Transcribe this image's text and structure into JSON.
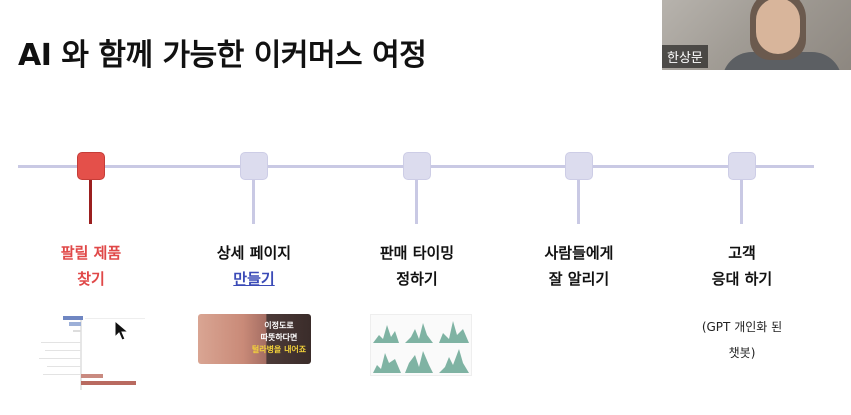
{
  "slide": {
    "title": "AI 와 함께 가능한 이커머스 여정"
  },
  "webcam": {
    "participant_name": "한상문"
  },
  "steps": [
    {
      "line1": "팔릴 제품",
      "line2": "찾기",
      "active": true
    },
    {
      "line1": "상세 페이지",
      "line2": "만들기",
      "active": false
    },
    {
      "line1": "판매 타이밍",
      "line2": "정하기",
      "active": false
    },
    {
      "line1": "사람들에게",
      "line2": "잘 알리기",
      "active": false
    },
    {
      "line1": "고객",
      "line2": "응대 하기",
      "active": false
    }
  ],
  "step5_note": {
    "line1": "(GPT 개인화 된",
    "line2": "챗봇)"
  },
  "thumb2_text": {
    "line1": "이정도로",
    "line2": "따뜻하다면",
    "line3": "털라병을 내어죠"
  },
  "colors": {
    "active_node": "#e4504a",
    "inactive_node": "#dcdcee",
    "timeline": "#c9c9e4",
    "active_label": "#e04848",
    "link_label": "#3b4bb7"
  }
}
